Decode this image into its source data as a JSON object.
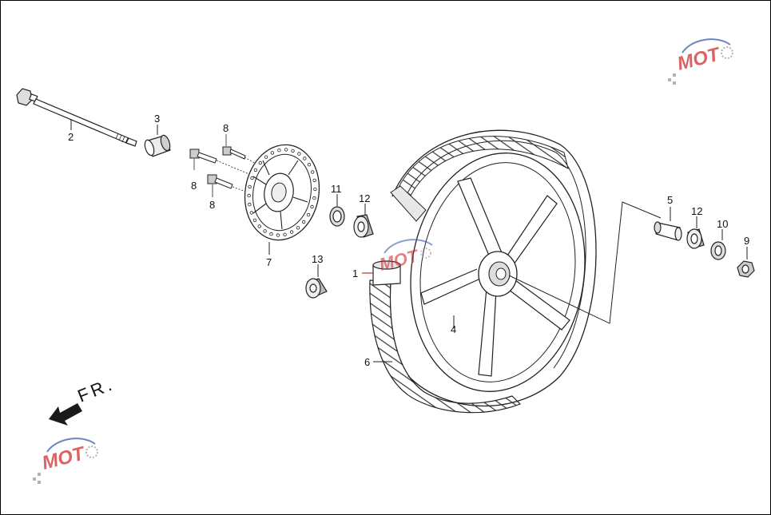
{
  "callouts": {
    "c1": "1",
    "c2": "2",
    "c3": "3",
    "c4": "4",
    "c5": "5",
    "c6": "6",
    "c7": "7",
    "c8a": "8",
    "c8b": "8",
    "c8c": "8",
    "c9": "9",
    "c10": "10",
    "c11": "11",
    "c12a": "12",
    "c12b": "12",
    "c13": "13"
  },
  "direction": {
    "text": "FR."
  },
  "colors": {
    "line": "#222222",
    "wm_red": "#d03030",
    "wm_blue": "#3a5fb0",
    "wm_gray": "#9a9a9a"
  }
}
